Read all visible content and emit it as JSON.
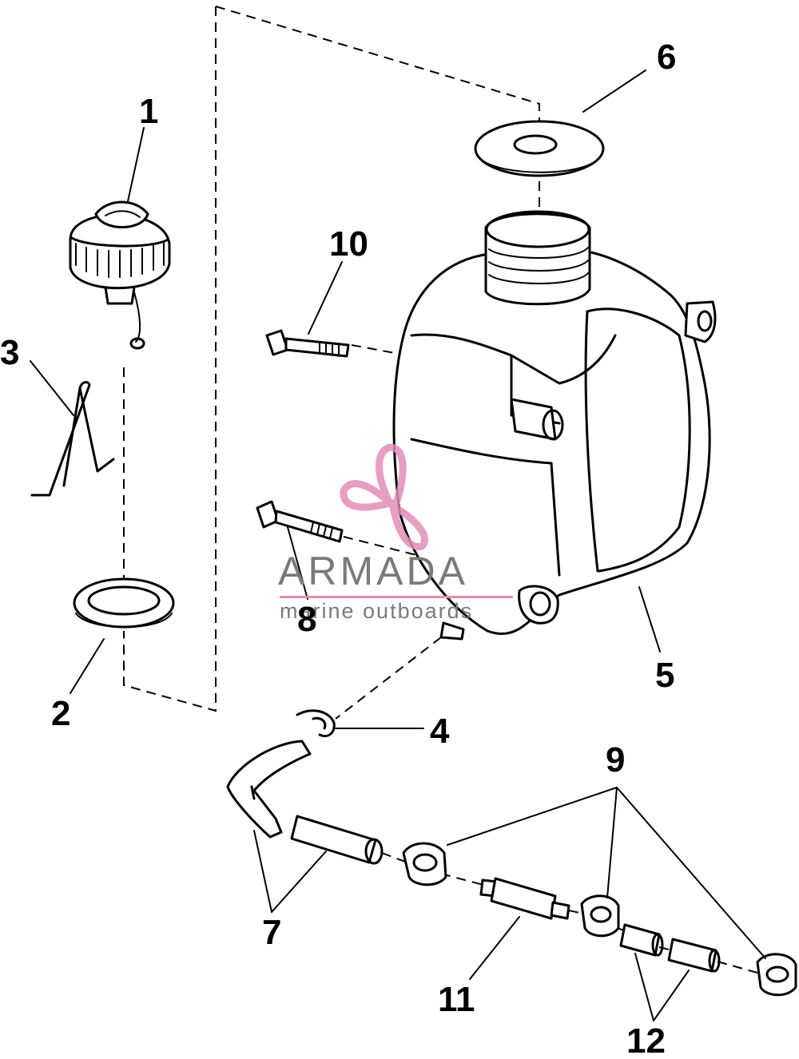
{
  "diagram": {
    "callouts": [
      {
        "id": "c1",
        "text": "1"
      },
      {
        "id": "c2",
        "text": "2"
      },
      {
        "id": "c3",
        "text": "3"
      },
      {
        "id": "c4",
        "text": "4"
      },
      {
        "id": "c5",
        "text": "5"
      },
      {
        "id": "c6",
        "text": "6"
      },
      {
        "id": "c7",
        "text": "7"
      },
      {
        "id": "c8",
        "text": "8"
      },
      {
        "id": "c9",
        "text": "9"
      },
      {
        "id": "c10",
        "text": "10"
      },
      {
        "id": "c11",
        "text": "11"
      },
      {
        "id": "c12",
        "text": "12"
      }
    ]
  },
  "watermark": {
    "title": "ARMADA",
    "subtitle": "marine outboards",
    "accent_color": "#e48cb8",
    "text_color": "#7a7a7a",
    "logo_icon": "propeller-logo-icon"
  }
}
